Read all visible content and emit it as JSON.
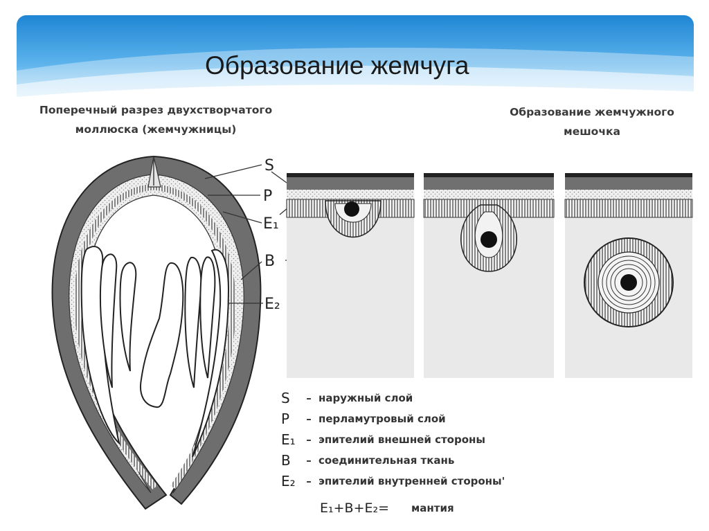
{
  "slide": {
    "title": "Образование жемчуга"
  },
  "captions": {
    "left_line1": "Поперечный разрез двухстворчатого",
    "left_line2": "моллюска (жемчужницы)",
    "right_line1": "Образование жемчужного",
    "right_line2": "мешочка"
  },
  "diagram_labels": {
    "S": "S",
    "P": "P",
    "E1": "E₁",
    "B": "B",
    "E2": "E₂"
  },
  "legend": {
    "items": [
      {
        "symbol": "S",
        "dash": "–",
        "text": "наружный слой"
      },
      {
        "symbol": "P",
        "dash": "–",
        "text": "перламутровый слой"
      },
      {
        "symbol": "E₁",
        "dash": "–",
        "text": "эпителий внешней стороны"
      },
      {
        "symbol": "B",
        "dash": "–",
        "text": "соединительная ткань"
      },
      {
        "symbol": "E₂",
        "dash": "–",
        "text": "эпителий внутренней стороны'"
      }
    ],
    "formula": "E₁+B+E₂=",
    "formula_result": "мантия"
  },
  "colors": {
    "header_blue": "#2b8fd8",
    "header_light": "#bfe4f8",
    "tissue": "#e8e8e8",
    "shell": "#6e6e6e"
  }
}
